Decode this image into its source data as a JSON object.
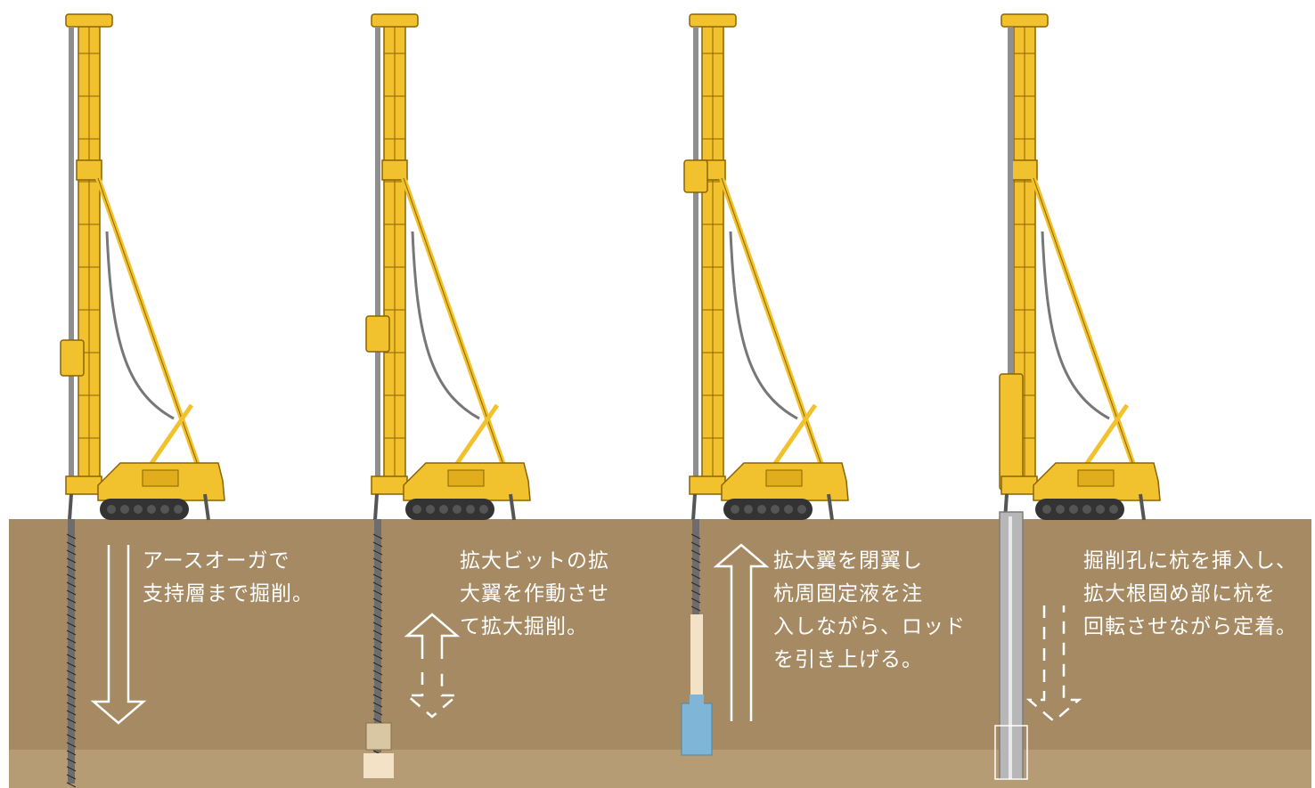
{
  "colors": {
    "soil": "#a58a64",
    "soil_deep": "#b89f78",
    "rig_yellow": "#f2c12e",
    "rig_outline": "#8a6400",
    "track": "#333333",
    "rod": "#8f8f8f",
    "arrow": "#ffffff",
    "text": "#ffffff",
    "pile": "#b7b7b7",
    "fluid": "#7fb6d8",
    "bit": "#f3e2c6"
  },
  "steps": [
    {
      "id": "step-1",
      "lines": [
        "アースオーガで",
        "支持層まで掘削。"
      ],
      "arrow": "down-single"
    },
    {
      "id": "step-2",
      "lines": [
        "拡大ビットの拡",
        "大翼を作動させ",
        "て拡大掘削。"
      ],
      "arrow": "up-down-dashed"
    },
    {
      "id": "step-3",
      "lines": [
        "拡大翼を閉翼し",
        "杭周固定液を注",
        "入しながら、ロッド",
        "を引き上げる。"
      ],
      "arrow": "up-single"
    },
    {
      "id": "step-4",
      "lines": [
        "掘削孔に杭を挿入し、",
        "拡大根固め部に杭を",
        "回転させながら定着。"
      ],
      "arrow": "down-dashed"
    }
  ]
}
